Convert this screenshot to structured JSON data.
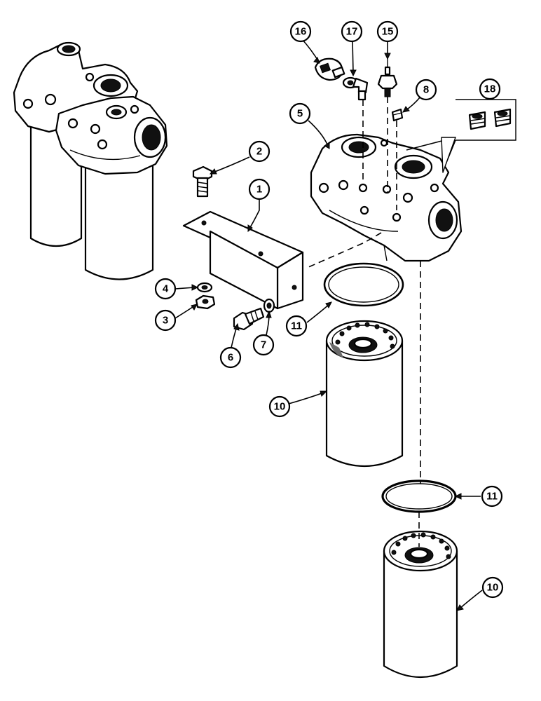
{
  "callouts": [
    {
      "id": "c16",
      "label": "16"
    },
    {
      "id": "c17",
      "label": "17"
    },
    {
      "id": "c15",
      "label": "15"
    },
    {
      "id": "c18",
      "label": "18"
    },
    {
      "id": "c8",
      "label": "8"
    },
    {
      "id": "c5",
      "label": "5"
    },
    {
      "id": "c2",
      "label": "2"
    },
    {
      "id": "c1",
      "label": "1"
    },
    {
      "id": "c4",
      "label": "4"
    },
    {
      "id": "c3",
      "label": "3"
    },
    {
      "id": "c6",
      "label": "6"
    },
    {
      "id": "c7",
      "label": "7"
    },
    {
      "id": "c11a",
      "label": "11"
    },
    {
      "id": "c10a",
      "label": "10"
    },
    {
      "id": "c11b",
      "label": "11"
    },
    {
      "id": "c10b",
      "label": "10"
    }
  ],
  "parts": {
    "bracket": "mounting-bracket",
    "filter_head": "filter-head",
    "filter_element": "filter-element",
    "seal_ring": "seal-ring",
    "pressure_switch": "pressure-switch",
    "elbow_fitting": "elbow-fitting",
    "sender": "temperature-sender",
    "plug": "pipe-plug",
    "bolt": "cap-screw",
    "nut": "hex-nut",
    "washer": "lock-washer"
  }
}
